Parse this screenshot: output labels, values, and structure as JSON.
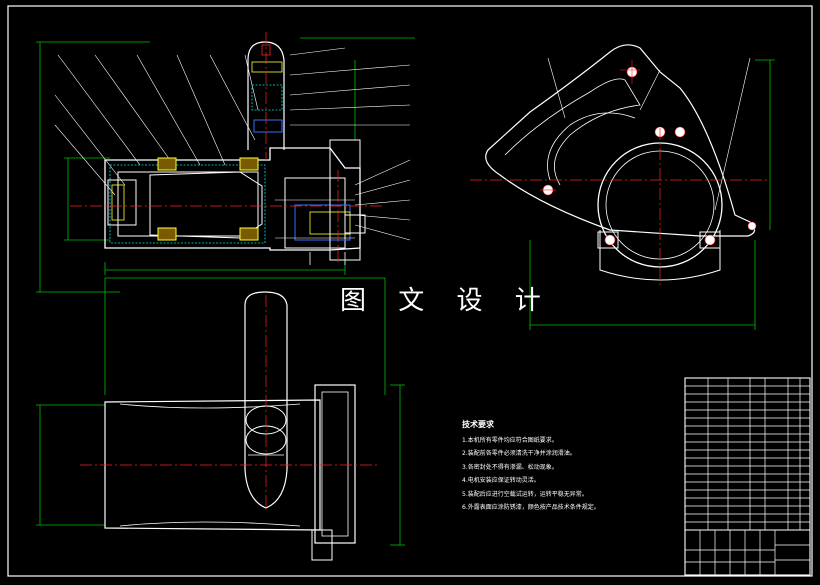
{
  "watermark": "图 文 设 计",
  "technical_notes": {
    "title": "技术要求",
    "items": [
      "1.本机所有零件均应符合图纸要求。",
      "2.装配前各零件必须清洗干净并涂润滑油。",
      "3.各密封处不得有渗漏、松动现象。",
      "4.电机安装应保证转动灵活。",
      "5.装配后应进行空载试运转，运转平稳无异常。",
      "6.外露表面应涂防锈漆，颜色按产品技术条件规定。"
    ]
  },
  "palette": {
    "background": "#000000",
    "outline": "#ffffff",
    "dimension": "#00c000",
    "centerline": "#ff2020",
    "hatch": "#00e0e0",
    "detail": "#ffff30",
    "accent": "#3070ff"
  }
}
